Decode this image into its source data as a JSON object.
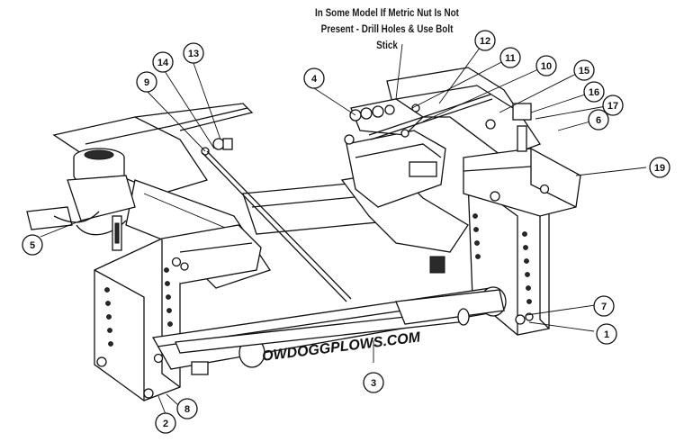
{
  "note": {
    "line1": "In Some Model If Metric Nut Is Not",
    "line2": "Present - Drill Holes & Use Bolt Stick"
  },
  "brand_text": "OWDOGGPLOWS.COM",
  "callouts": {
    "c1": "1",
    "c2": "2",
    "c3": "3",
    "c4": "4",
    "c5": "5",
    "c6": "6",
    "c7": "7",
    "c8": "8",
    "c9": "9",
    "c10": "10",
    "c11": "11",
    "c12": "12",
    "c13": "13",
    "c14": "14",
    "c15": "15",
    "c16": "16",
    "c17": "17",
    "c19": "19"
  }
}
